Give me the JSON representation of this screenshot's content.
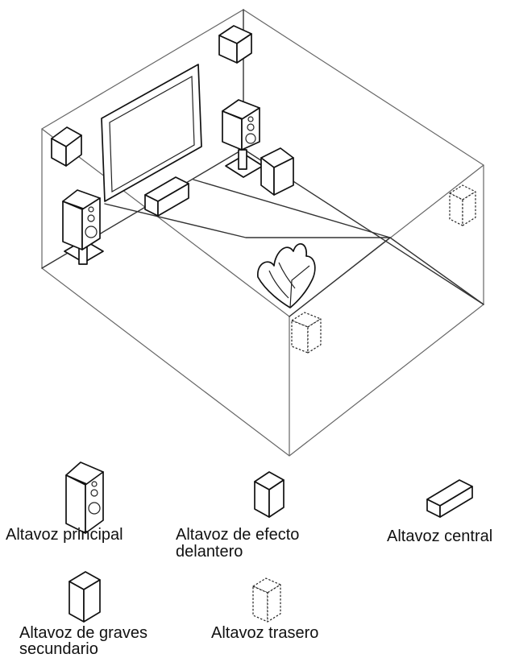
{
  "legend": {
    "main_line1": "Altavoz principal",
    "front_effect_line1": "Altavoz de efecto",
    "front_effect_line2": "delantero",
    "center_line1": "Altavoz central",
    "subwoofer_line1": "Altavoz de graves",
    "subwoofer_line2": "secundario",
    "rear_line1": "Altavoz trasero"
  },
  "icons": [
    "main-speaker-icon",
    "front-effect-speaker-icon",
    "center-speaker-icon",
    "subwoofer-icon",
    "rear-speaker-icon",
    "tv-screen-icon",
    "armchair-icon"
  ],
  "colors": {
    "line": "#111111",
    "background": "#ffffff"
  }
}
